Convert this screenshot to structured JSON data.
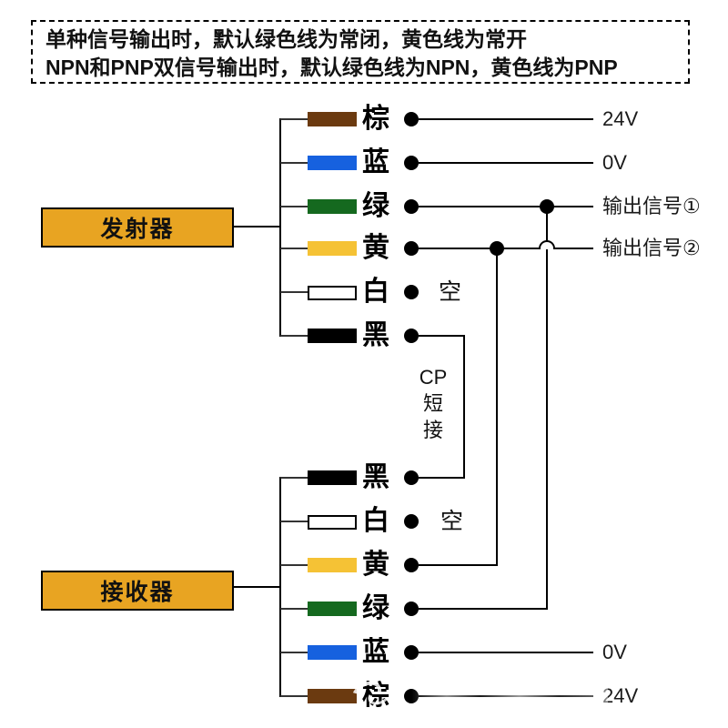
{
  "note": {
    "line1": "单种信号输出时，默认绿色线为常闭，黄色线为常开",
    "line2": "NPN和PNP双信号输出时，默认绿色线为NPN，黄色线为PNP"
  },
  "devices": {
    "emitter_label": "发射器",
    "receiver_label": "接收器",
    "box_fill": "#e8a422",
    "box_border": "#000000"
  },
  "cp_note": {
    "line1": "CP",
    "line2": "短",
    "line3": "接"
  },
  "emitter_wires": [
    {
      "label": "棕",
      "color_name": "brown",
      "color": "#6b3a10",
      "terminal": "24V"
    },
    {
      "label": "蓝",
      "color_name": "blue",
      "color": "#1661df",
      "terminal": "0V"
    },
    {
      "label": "绿",
      "color_name": "green",
      "color": "#15691f",
      "terminal": "输出信号①"
    },
    {
      "label": "黄",
      "color_name": "yellow",
      "color": "#f5c235",
      "terminal": "输出信号②"
    },
    {
      "label": "白",
      "color_name": "white",
      "color": "#ffffff",
      "terminal": "空"
    },
    {
      "label": "黑",
      "color_name": "black",
      "color": "#000000",
      "terminal": ""
    }
  ],
  "receiver_wires": [
    {
      "label": "黑",
      "color_name": "black",
      "color": "#000000",
      "terminal": ""
    },
    {
      "label": "白",
      "color_name": "white",
      "color": "#ffffff",
      "terminal": "空"
    },
    {
      "label": "黄",
      "color_name": "yellow",
      "color": "#f5c235",
      "terminal": ""
    },
    {
      "label": "绿",
      "color_name": "green",
      "color": "#15691f",
      "terminal": ""
    },
    {
      "label": "蓝",
      "color_name": "blue",
      "color": "#1661df",
      "terminal": "0V"
    },
    {
      "label": "棕",
      "color_name": "brown",
      "color": "#6b3a10",
      "terminal": "24V"
    }
  ],
  "wire_line_color": "#000000"
}
